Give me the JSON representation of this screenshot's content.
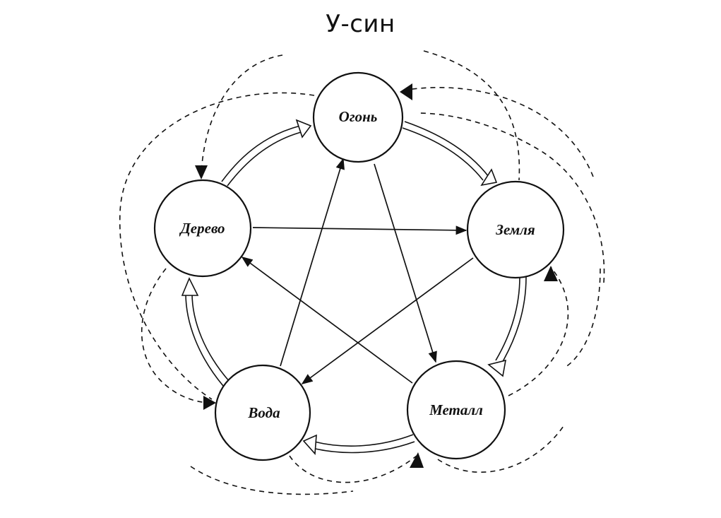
{
  "title": "У-син",
  "nodes": {
    "fire": "Огонь",
    "earth": "Земля",
    "metal": "Металл",
    "water": "Вода",
    "wood": "Дерево"
  },
  "colors": {
    "ink": "#111111",
    "background": "#ffffff"
  }
}
